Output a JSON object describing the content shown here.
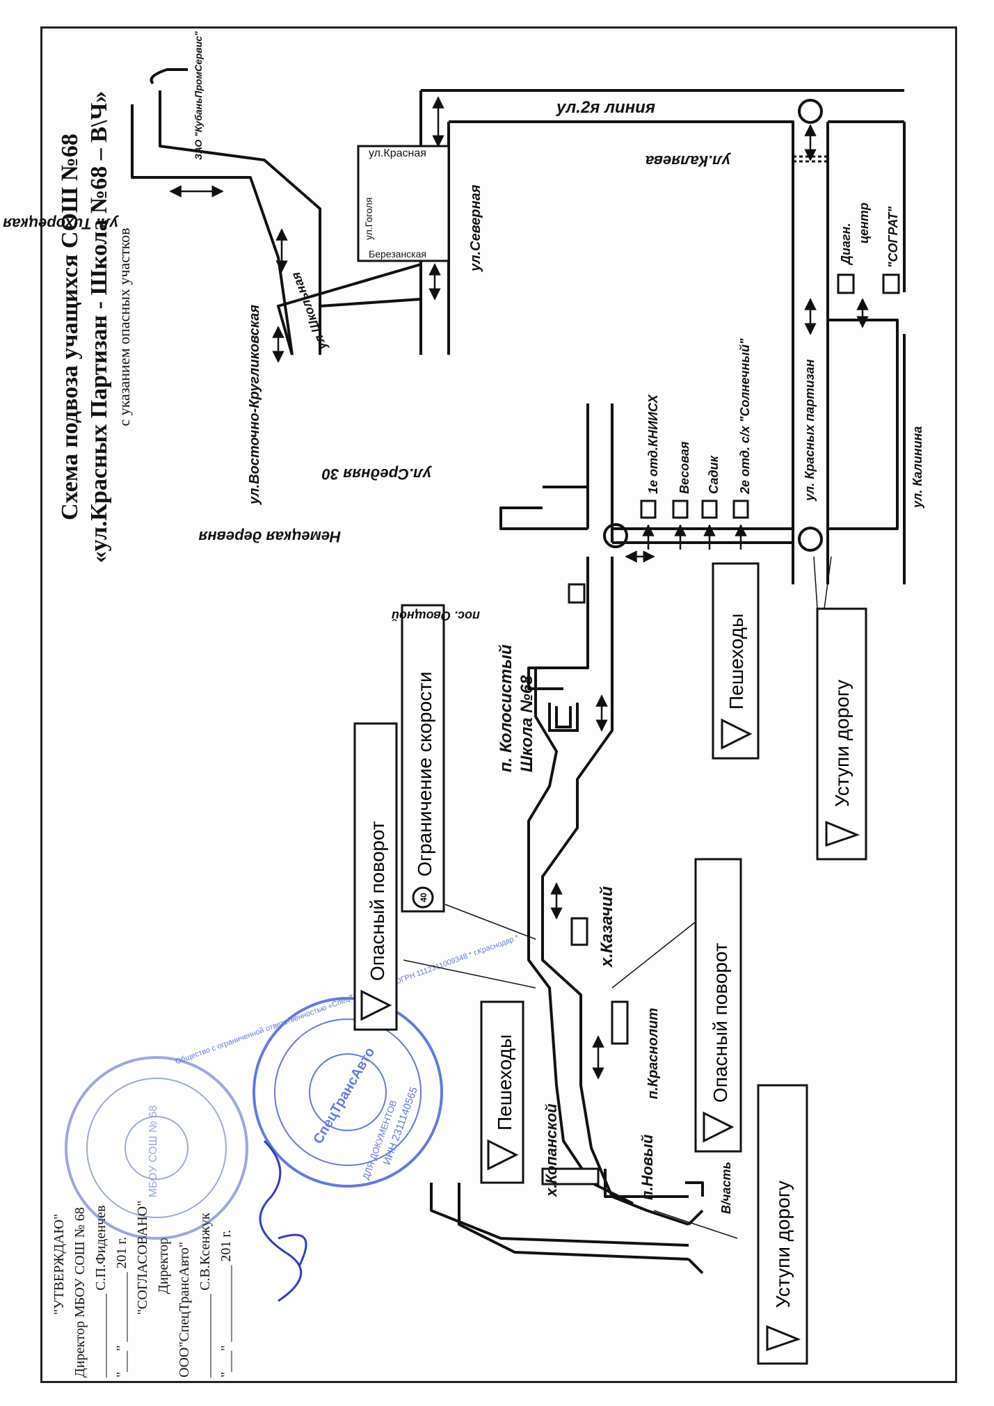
{
  "title": {
    "line1": "Схема подвоза учащихся СОШ №68",
    "line2": "«ул.Красных Партизан - Школа №68 – В\\Ч»",
    "line3": "с указанием опасных участков"
  },
  "approval": {
    "approve_head": "\"УТВЕРЖДАЮ\"",
    "approve_role": "Директор МБОУ СОШ № 68",
    "approve_sign": "____________ С.П.Фиденчев",
    "approve_date": "\"___\" __________ 201  г.",
    "agree_head": "\"СОГЛАСОВАНО\"",
    "agree_role": "Директор",
    "agree_org": "ООО\"СпецТрансАвто\"",
    "agree_sign": "____________ С.В.Ксенжук",
    "agree_date": "\"___\" ___________ 201  г."
  },
  "stamps": {
    "stamp_left": "МБОУ СОШ № 68",
    "stamp_right_outer": "Общество с ограниченной ответственностью «СпецТрансАвто» * ОГРН 1112311009348 * г.Краснодар *",
    "stamp_right_inner": "СпецТрансАвто",
    "stamp_right_inn": "ИНН 2311140565",
    "stamp_right_docs": "ДЛЯ ДОКУМЕНТОВ"
  },
  "streets": {
    "liniya2": "ул.2я линия",
    "kalyaeva": "ул.Каляева",
    "severnaya": "ул.Северная",
    "krasnaya": "ул.Красная",
    "gogolya": "ул.Гоголя",
    "bereznaya": "Березанская",
    "tikhoretskaya": "ул. Тихорецкая",
    "shkolnaya": "ул.Школьная",
    "vostochno": "ул.Восточно-Кругликовская",
    "srednyaya": "ул.Средняя 30",
    "krasnyh_partizan": "ул. Красных партизан",
    "kalinina": "ул. Калинина"
  },
  "places": {
    "kubanprom": "ЗАО \"КубаньПромСервис\"",
    "diagn": "Диагн.",
    "centr": "центр",
    "sograt": "\"СОГРАТ\"",
    "stop1": "1е отд.КНИИСХ",
    "stop2": "Весовая",
    "stop3": "Садик",
    "stop4": "2е отд. с/х \"Солнечный\"",
    "nemetskaya": "Немецкая деревня",
    "ovoshnoy": "пос. Овощной",
    "kolosisty": "п. Колосистый",
    "school": "Школа №68",
    "kazachiy": "х.Казачий",
    "krasnolit": "п.Краснолит",
    "kolanskoy": "х.Копанской",
    "noviy": "п.Новый",
    "vchast": "В/часть"
  },
  "signs": {
    "dangerous_turn": "Опасный поворот",
    "speed_limit": "Ограничение скорости",
    "speed_value": "40",
    "pedestrians": "Пешеходы",
    "give_way": "Уступи дорогу"
  }
}
